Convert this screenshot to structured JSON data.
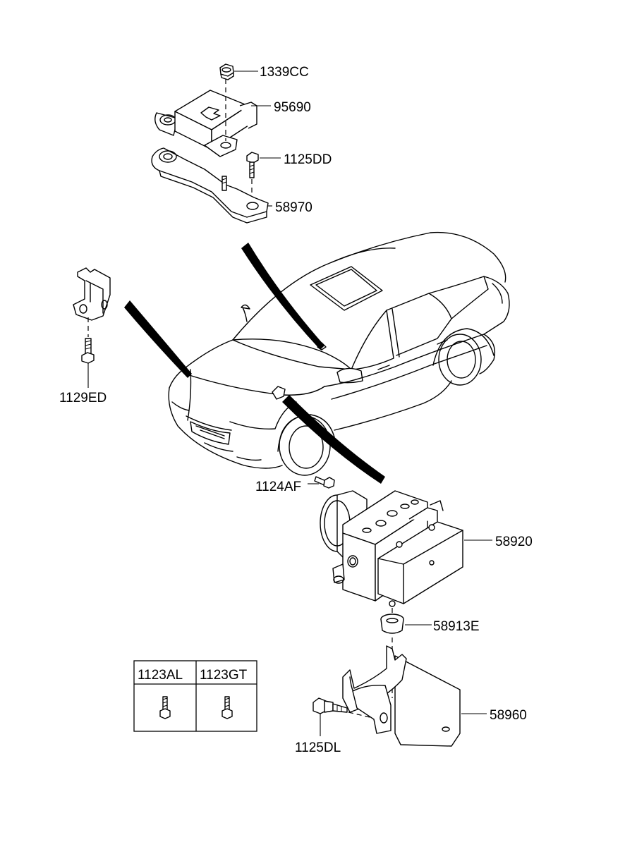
{
  "diagram": {
    "labels": {
      "p1339CC": "1339CC",
      "p95690": "95690",
      "p1125DD": "1125DD",
      "p58970": "58970",
      "p1129ED": "1129ED",
      "p1124AF": "1124AF",
      "p58920": "58920",
      "p58913E": "58913E",
      "p58960": "58960",
      "p1125DL": "1125DL"
    },
    "table": {
      "headers": [
        "1123AL",
        "1123GT"
      ]
    }
  }
}
